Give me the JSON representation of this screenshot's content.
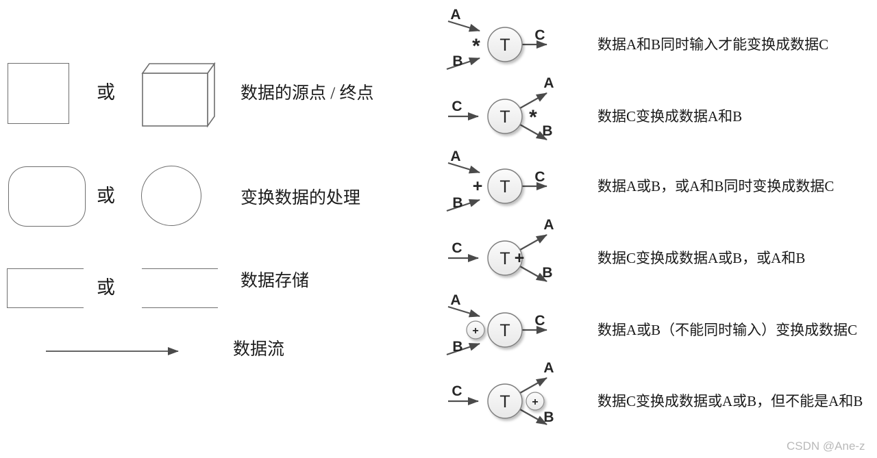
{
  "legend": {
    "or": "或",
    "rows": [
      {
        "label": "数据的源点 / 终点"
      },
      {
        "label": "变换数据的处理"
      },
      {
        "label": "数据存储"
      },
      {
        "label": "数据流"
      }
    ]
  },
  "transforms": {
    "t": "T",
    "rows": [
      {
        "in1": "A",
        "in2": "B",
        "out1": "C",
        "marker": "*",
        "desc": "数据A和B同时输入才能变换成数据C"
      },
      {
        "in1": "C",
        "out1": "A",
        "out2": "B",
        "marker": "*",
        "desc": "数据C变换成数据A和B"
      },
      {
        "in1": "A",
        "in2": "B",
        "out1": "C",
        "marker": "+",
        "desc": "数据A或B，或A和B同时变换成数据C"
      },
      {
        "in1": "C",
        "out1": "A",
        "out2": "B",
        "marker": "+",
        "desc": "数据C变换成数据A或B，或A和B"
      },
      {
        "in1": "A",
        "in2": "B",
        "out1": "C",
        "marker": "+",
        "desc": "数据A或B（不能同时输入）变换成数据C"
      },
      {
        "in1": "C",
        "out1": "A",
        "out2": "B",
        "marker": "+",
        "desc": "数据C变换成数据或A或B，但不能是A和B"
      }
    ]
  },
  "watermark": "CSDN @Ane-z",
  "colors": {
    "line": "#4f4f4f",
    "shape_stroke": "#6e6e6e",
    "text": "#1a1a1a",
    "watermark": "#b9b9b9"
  }
}
